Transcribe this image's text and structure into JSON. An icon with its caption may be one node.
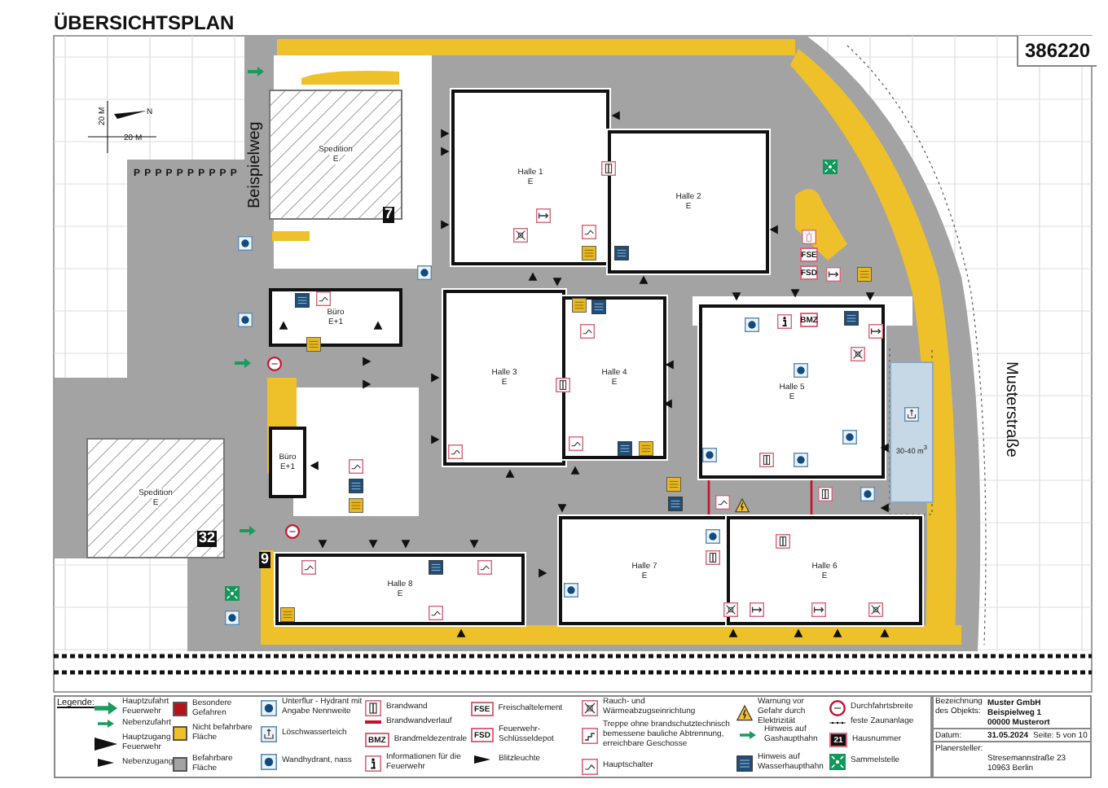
{
  "diagram": {
    "title": "ÜBERSICHTSPLAN",
    "nodes": [
      {
        "text": [
          "Spedition",
          "E"
        ]
      },
      {
        "text": [
          "Halle 1",
          "E"
        ]
      },
      {
        "text": [
          "Halle 2",
          "E"
        ]
      },
      {
        "text": [
          "Büro",
          "E+1"
        ]
      },
      {
        "text": [
          "Halle 3",
          "E"
        ]
      },
      {
        "text": [
          "Halle 4",
          "E"
        ]
      },
      {
        "text": [
          "Halle 5",
          "E"
        ]
      },
      {
        "text": [
          "Büro",
          "E+1"
        ]
      },
      {
        "text": [
          "Spedition",
          "E"
        ]
      },
      {
        "text": [
          "Halle 8",
          "E"
        ]
      },
      {
        "text": [
          "Halle 7",
          "E"
        ]
      },
      {
        "text": [
          "Halle 6",
          "E"
        ]
      },
      {
        "text": [
          "30-40 m$^{3}$"
        ]
      }
    ],
    "labels": [
      "386220",
      "N",
      "20 M",
      "20 M",
      "Beispielweg",
      "P",
      "P",
      "P",
      "P",
      "P",
      "P",
      "P",
      "P",
      "P",
      "P",
      "7",
      "FSE",
      "FSD",
      "BMZ",
      "Musterstraße",
      "32",
      "9",
      "Legende:",
      "BMZ",
      "FSE",
      "FSD",
      "21",
      "Bezeichnung des Objekts:",
      "Muster GmbH",
      "Beispielweg 1",
      "00000 Musterort",
      "Datum:",
      "31.05.2024",
      "Seite: 5 von 10",
      "Planersteller:",
      "Stresemannstraße 23",
      "10963 Berlin"
    ],
    "legend": [
      {
        "text": "Hauptzufahrt Feuerwehr"
      },
      {
        "text": "Nebenzufahrt"
      },
      {
        "text": "Hauptzugang Feuerwehr"
      },
      {
        "text": "Nebenzugang"
      },
      {
        "text": "Besondere Gefahren",
        "color": "#b5121b"
      },
      {
        "text": "Nicht befahrbare Fläche",
        "color": "#eec12a"
      },
      {
        "text": "Befahrbare Fläche",
        "color": "#a3a3a3"
      },
      {
        "text": "Unterflur - Hydrant mit Angabe Nennweite"
      },
      {
        "text": "Löschwasserteich"
      },
      {
        "text": "Wandhydrant, nass"
      },
      {
        "text": "Brandwand"
      },
      {
        "text": "Brandwandverlauf"
      },
      {
        "text": "Brandmeldezentrale"
      },
      {
        "text": "Informationen für die Feuerwehr"
      },
      {
        "text": "Freischaltelement"
      },
      {
        "text": "Feuerwehr-Schlüsseldepot"
      },
      {
        "text": "Blitzleuchte"
      },
      {
        "text": "Rauch- und Wärmeabzugseinrichtung"
      },
      {
        "text": "Treppe ohne brandschutztechnisch bemessene bauliche Abtrennung, erreichbare Geschosse"
      },
      {
        "text": "Hauptschalter"
      },
      {
        "text": "Warnung vor Gefahr durch Elektrizität"
      },
      {
        "text": "Hinweis auf Gashaupthahn"
      },
      {
        "text": "Hinweis auf Wasserhaupthahn"
      },
      {
        "text": "Durchfahrtsbreite"
      },
      {
        "text": "feste Zaunanlage"
      },
      {
        "text": "Hausnummer"
      },
      {
        "text": "Sammelstelle"
      }
    ]
  }
}
